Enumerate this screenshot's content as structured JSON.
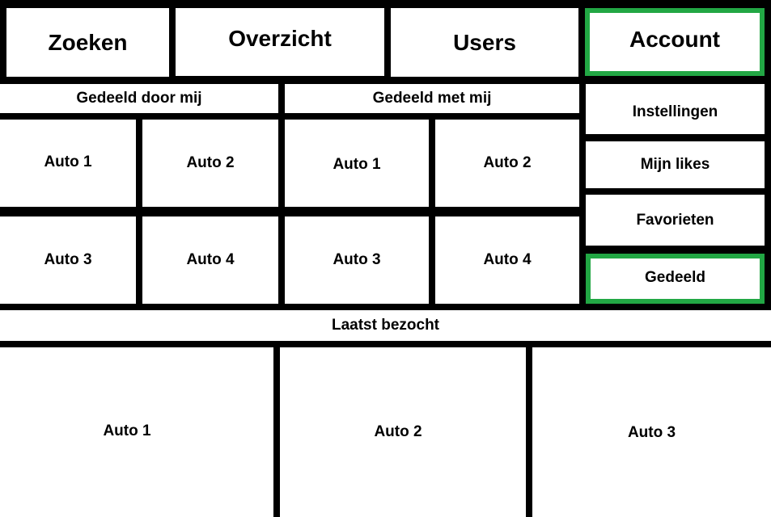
{
  "nav": {
    "tabs": [
      "Zoeken",
      "Overzicht",
      "Users",
      "Account"
    ],
    "active_tab": "Account"
  },
  "shared_by_me": {
    "header": "Gedeeld door mij",
    "items": [
      "Auto 1",
      "Auto 2",
      "Auto 3",
      "Auto 4"
    ]
  },
  "shared_with_me": {
    "header": "Gedeeld met mij",
    "items": [
      "Auto 1",
      "Auto 2",
      "Auto 3",
      "Auto 4"
    ]
  },
  "account_menu": {
    "items": [
      "Instellingen",
      "Mijn likes",
      "Favorieten",
      "Gedeeld"
    ],
    "active_item": "Gedeeld"
  },
  "recent": {
    "header": "Laatst bezocht",
    "items": [
      "Auto 1",
      "Auto 2",
      "Auto 3"
    ]
  },
  "colors": {
    "active_border": "#22a744",
    "background": "#ffffff",
    "grid_lines": "#000000"
  }
}
